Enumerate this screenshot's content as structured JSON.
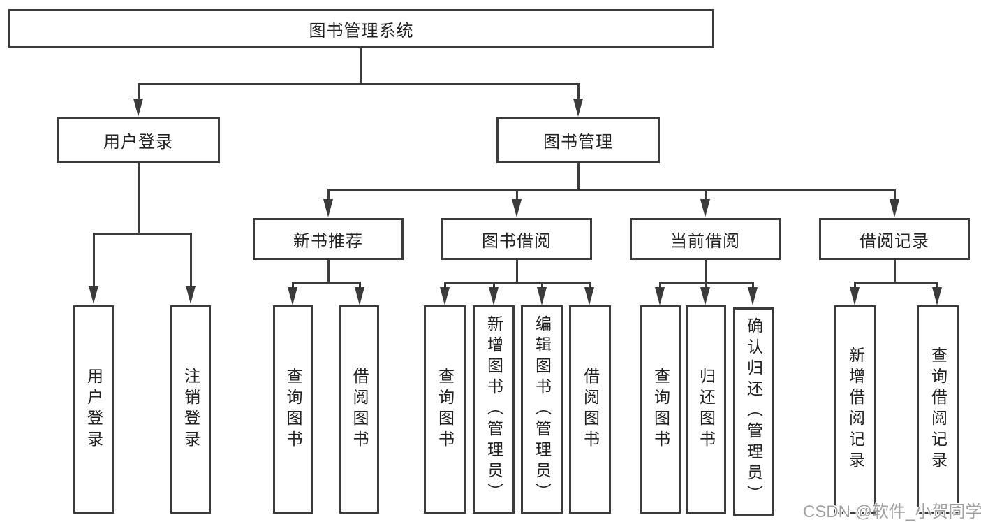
{
  "colors": {
    "line": "#3b3b3b",
    "text": "#222222",
    "background": "#ffffff",
    "watermark": "#a0a0a0"
  },
  "diagram": {
    "root": {
      "label": "图书管理系统"
    },
    "branches": {
      "user_login": {
        "label": "用户登录",
        "children": [
          "用户登录",
          "注销登录"
        ]
      },
      "book_management": {
        "label": "图书管理",
        "children": {
          "new_book_recommend": {
            "label": "新书推荐",
            "children": [
              "查询图书",
              "借阅图书"
            ]
          },
          "book_borrow": {
            "label": "图书借阅",
            "children": [
              "查询图书",
              "新增图书（管理员）",
              "编辑图书（管理员）",
              "借阅图书"
            ]
          },
          "current_borrow": {
            "label": "当前借阅",
            "children": [
              "查询图书",
              "归还图书",
              "确认归还（管理员）"
            ]
          },
          "borrow_records": {
            "label": "借阅记录",
            "children": [
              "新增借阅记录",
              "查询借阅记录"
            ]
          }
        }
      }
    }
  },
  "watermark": {
    "text": "CSDN @软件_小贺同学"
  }
}
